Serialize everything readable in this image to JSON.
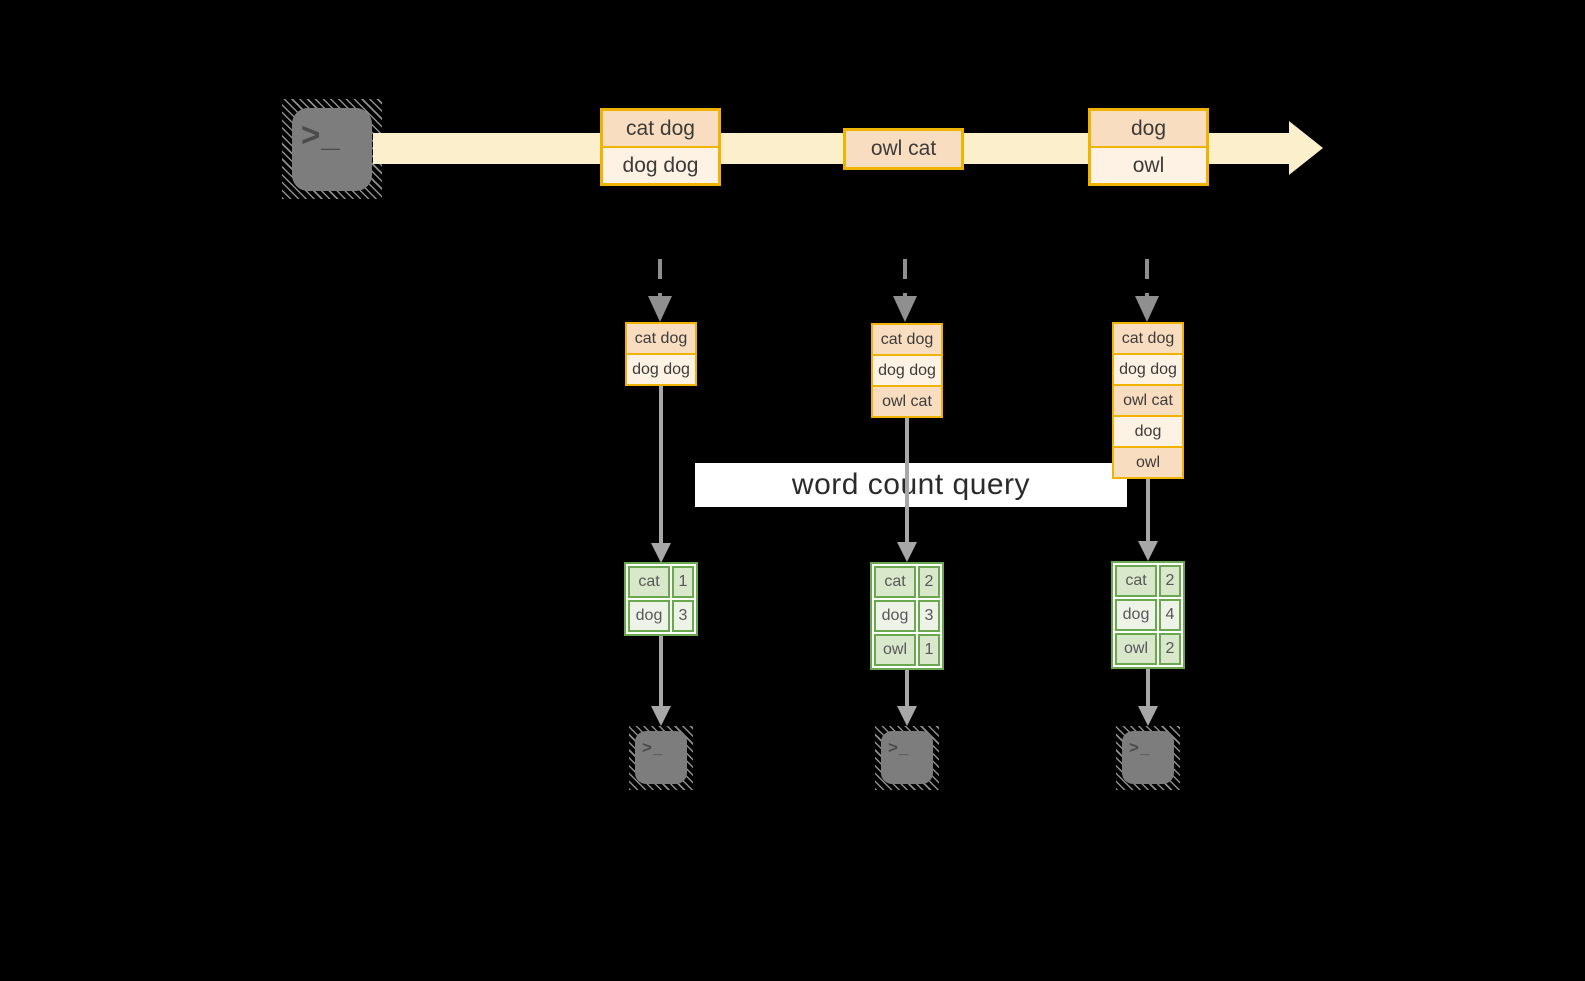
{
  "query": {
    "label": "word count query"
  },
  "icons": {
    "terminal_prompt": ">_"
  },
  "colors": {
    "background": "#000000",
    "stream_band": "#fbf0cb",
    "event_border": "#f0b400",
    "event_fill_peach": "#f9ddc1",
    "event_fill_cream": "#fdf2e4",
    "table_border": "#6aa84f",
    "table_fill_green": "#d9e7cb",
    "table_fill_light": "#eef3e8",
    "arrow_gray": "#a7a7a7",
    "terminal_gray": "#7d7d7d"
  },
  "stream": {
    "events": [
      {
        "rows": [
          "cat dog",
          "dog dog"
        ]
      },
      {
        "rows": [
          "owl cat"
        ]
      },
      {
        "rows": [
          "dog",
          "owl"
        ]
      }
    ]
  },
  "batches": [
    {
      "rows": [
        "cat dog",
        "dog dog"
      ]
    },
    {
      "rows": [
        "cat dog",
        "dog dog",
        "owl cat"
      ]
    },
    {
      "rows": [
        "cat dog",
        "dog dog",
        "owl cat",
        "dog",
        "owl"
      ]
    }
  ],
  "counts": [
    {
      "rows": [
        {
          "word": "cat",
          "count": "1"
        },
        {
          "word": "dog",
          "count": "3"
        }
      ]
    },
    {
      "rows": [
        {
          "word": "cat",
          "count": "2"
        },
        {
          "word": "dog",
          "count": "3"
        },
        {
          "word": "owl",
          "count": "1"
        }
      ]
    },
    {
      "rows": [
        {
          "word": "cat",
          "count": "2"
        },
        {
          "word": "dog",
          "count": "4"
        },
        {
          "word": "owl",
          "count": "2"
        }
      ]
    }
  ]
}
